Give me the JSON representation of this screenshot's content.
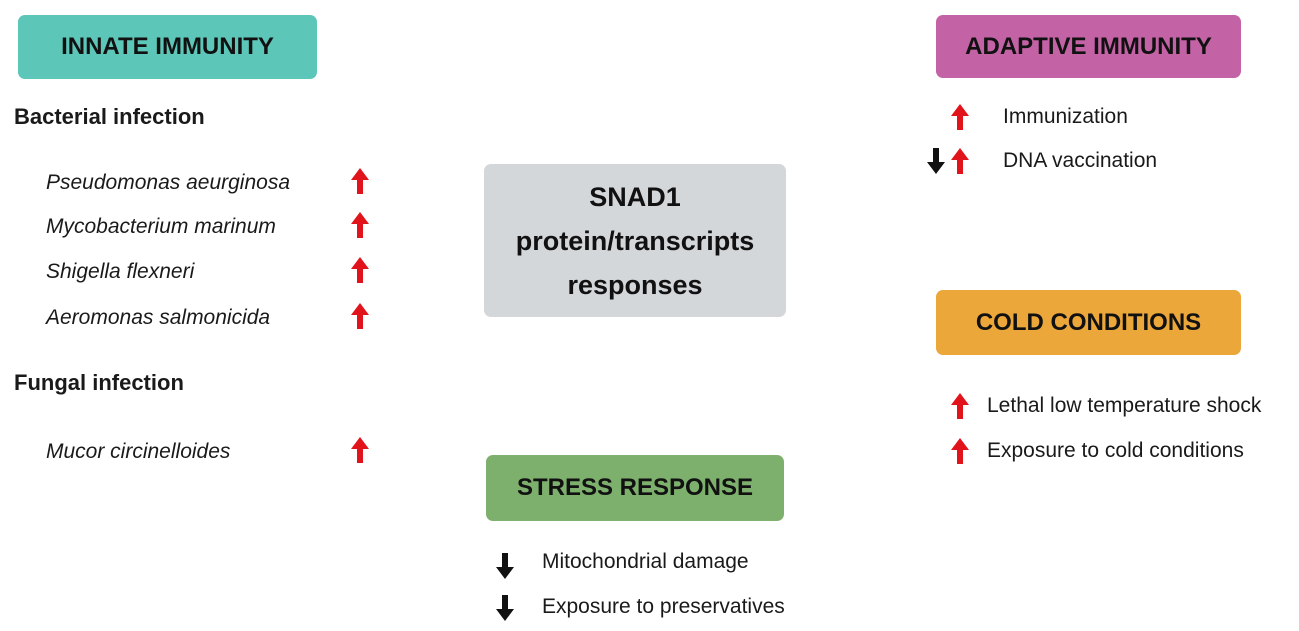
{
  "center": {
    "line1": "SNAD1",
    "line2": "protein/transcripts",
    "line3": "responses",
    "color": "#d4d7da"
  },
  "innate": {
    "title": "INNATE IMMUNITY",
    "color": "#5cc6b8",
    "bacterial": {
      "heading": "Bacterial infection",
      "items": [
        {
          "label": "Pseudomonas aeurginosa",
          "arrow": "up"
        },
        {
          "label": "Mycobacterium marinum",
          "arrow": "up"
        },
        {
          "label": "Shigella flexneri",
          "arrow": "up"
        },
        {
          "label": "Aeromonas salmonicida",
          "arrow": "up"
        }
      ]
    },
    "fungal": {
      "heading": "Fungal infection",
      "items": [
        {
          "label": "Mucor circinelloides",
          "arrow": "up"
        }
      ]
    }
  },
  "adaptive": {
    "title": "ADAPTIVE IMMUNITY",
    "color": "#c462a6",
    "items": [
      {
        "label": "Immunization",
        "arrows": [
          "up"
        ]
      },
      {
        "label": "DNA vaccination",
        "arrows": [
          "down",
          "up"
        ]
      }
    ]
  },
  "cold": {
    "title": "COLD CONDITIONS",
    "color": "#eba73a",
    "items": [
      {
        "label": "Lethal low temperature shock",
        "arrow": "up"
      },
      {
        "label": "Exposure to cold conditions",
        "arrow": "up"
      }
    ]
  },
  "stress": {
    "title": "STRESS RESPONSE",
    "color": "#7db06d",
    "items": [
      {
        "label": "Mitochondrial damage",
        "arrow": "down"
      },
      {
        "label": "Exposure to preservatives",
        "arrow": "down"
      }
    ]
  },
  "arrow_colors": {
    "up": "#e1141b",
    "down": "#111111"
  }
}
